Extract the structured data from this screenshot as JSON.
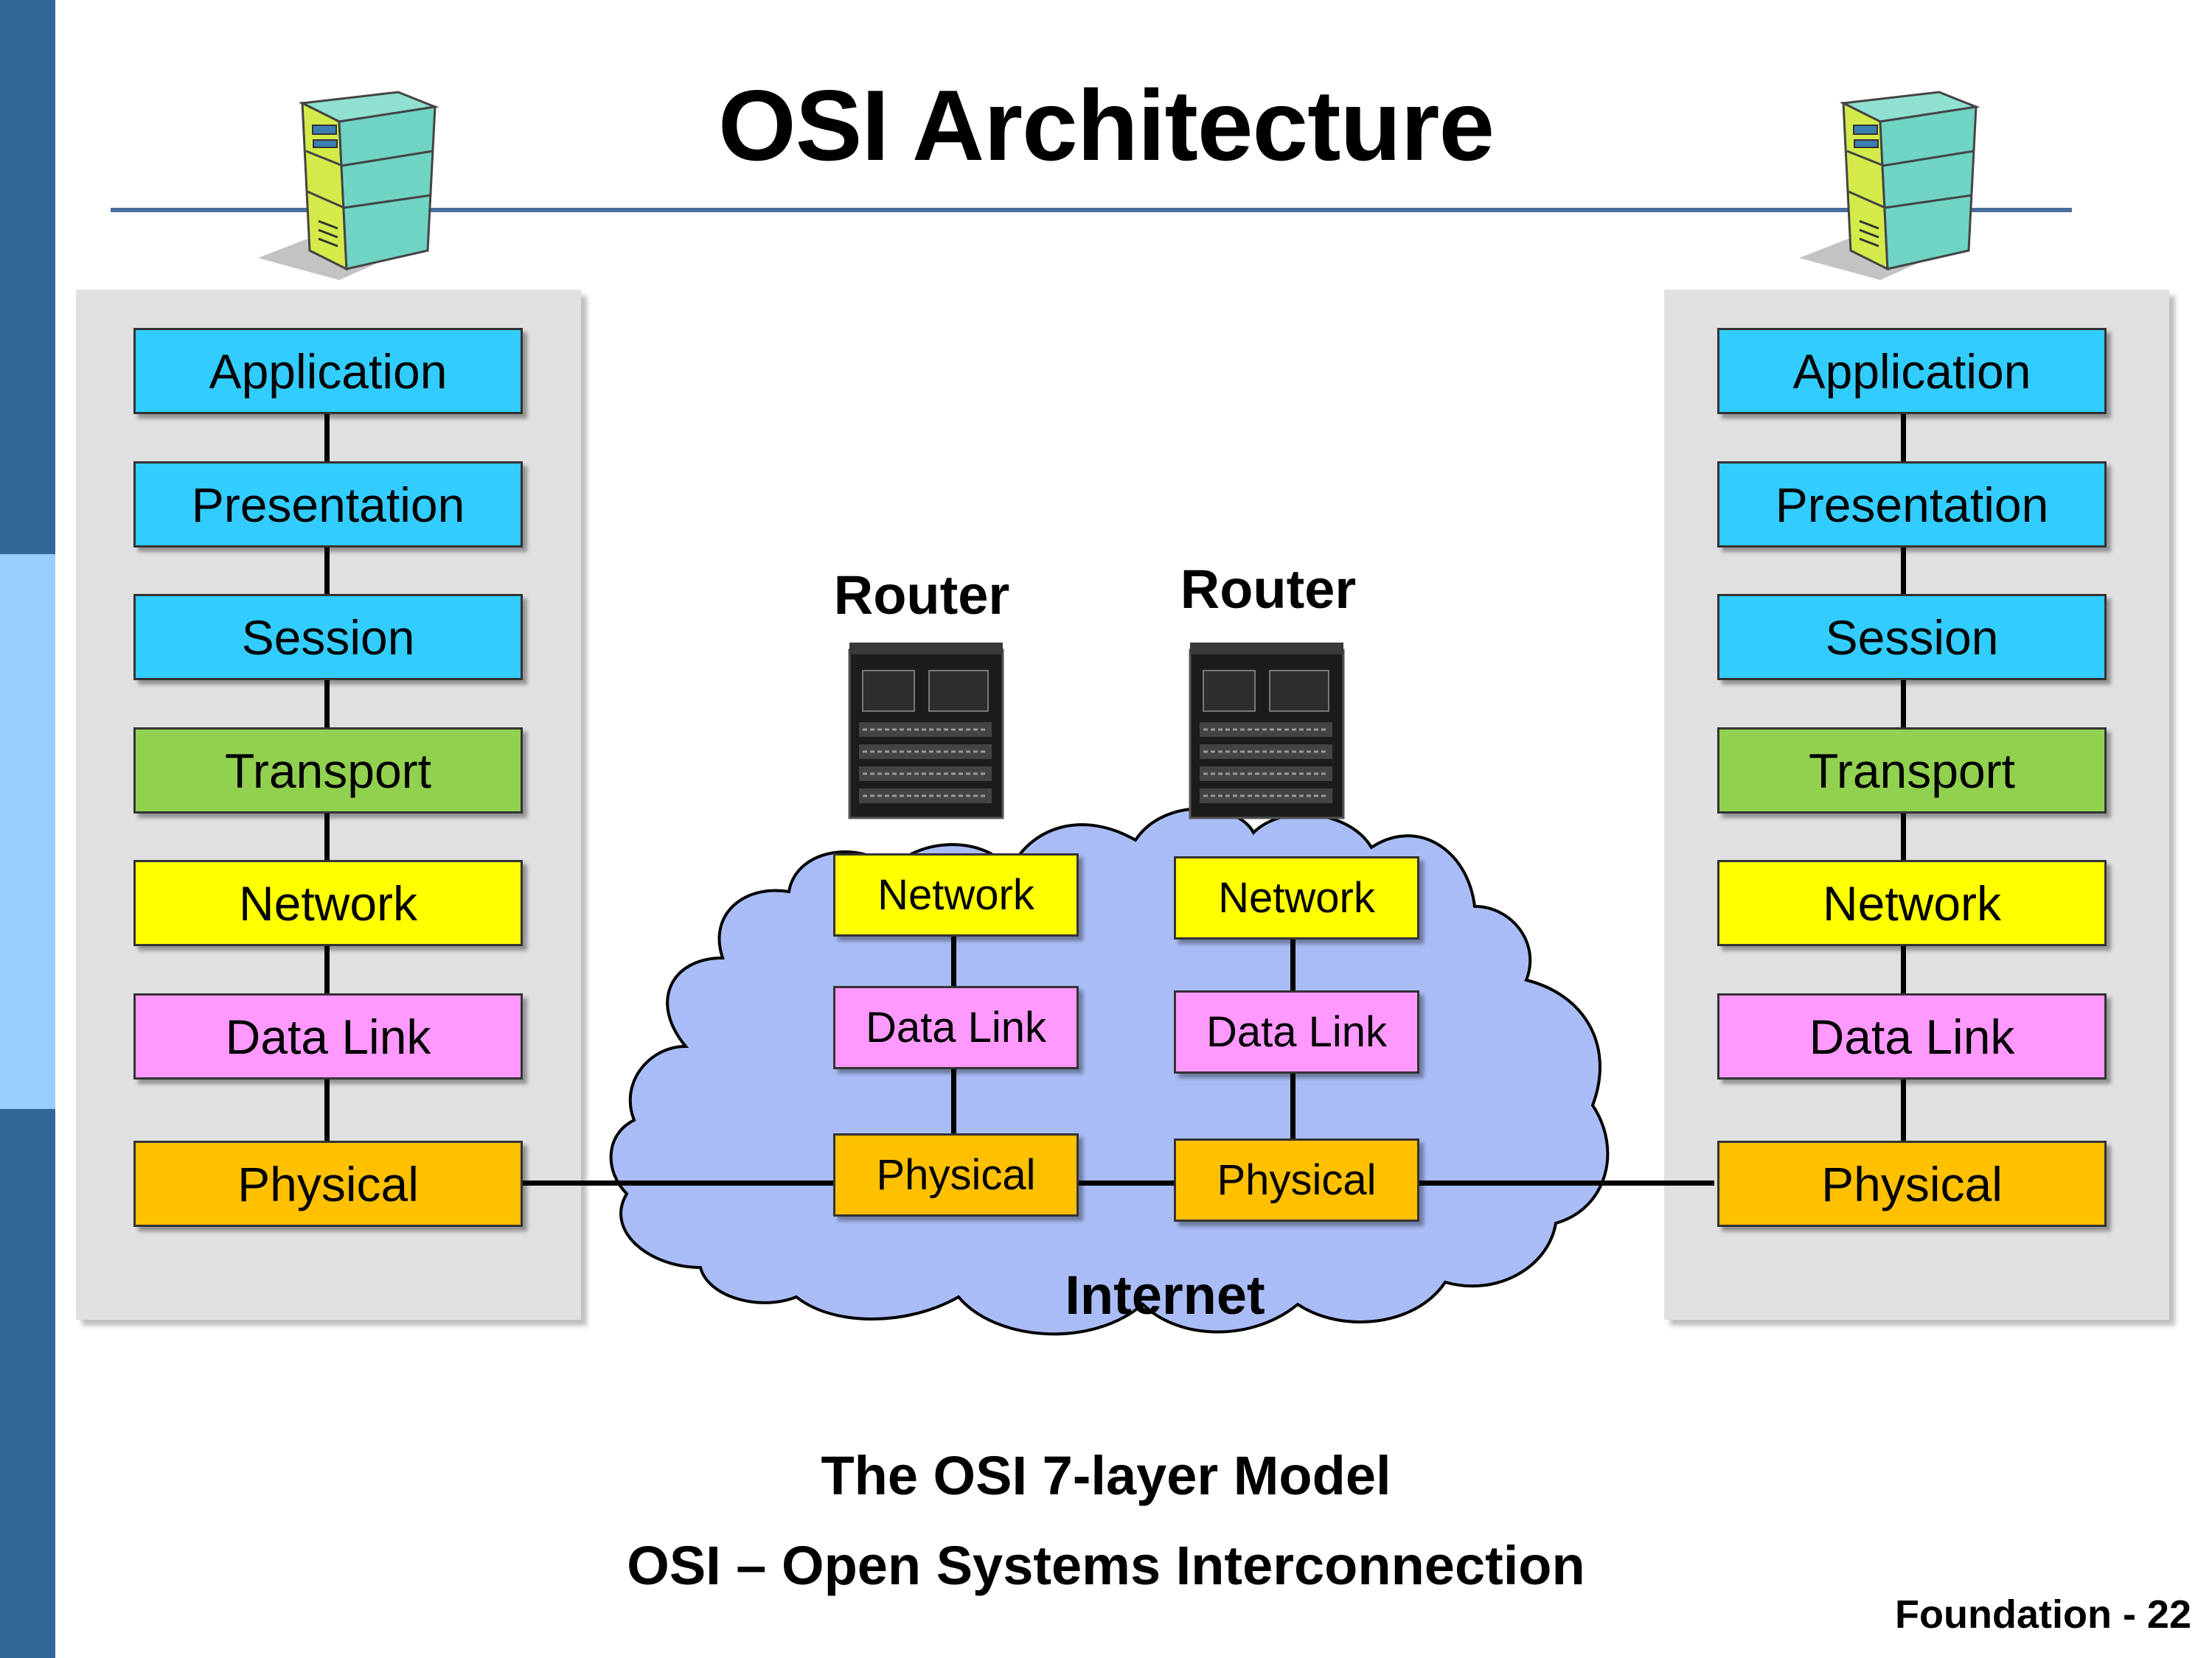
{
  "colors": {
    "accent_dark": "#336699",
    "accent_light": "#99ccff",
    "rule": "#4a6ea0",
    "application": "#33ccff",
    "presentation": "#33ccff",
    "session": "#33ccff",
    "transport": "#92d050",
    "network": "#ffff00",
    "data_link": "#ff99ff",
    "physical": "#ffc000",
    "cloud_fill": "#a9bcf5",
    "panel": "#e0e0e0"
  },
  "title": "OSI Architecture",
  "host_left": {
    "layers": [
      {
        "label": "Application",
        "color_key": "application"
      },
      {
        "label": "Presentation",
        "color_key": "presentation"
      },
      {
        "label": "Session",
        "color_key": "session"
      },
      {
        "label": "Transport",
        "color_key": "transport"
      },
      {
        "label": "Network",
        "color_key": "network"
      },
      {
        "label": "Data Link",
        "color_key": "data_link"
      },
      {
        "label": "Physical",
        "color_key": "physical"
      }
    ]
  },
  "host_right": {
    "layers": [
      {
        "label": "Application",
        "color_key": "application"
      },
      {
        "label": "Presentation",
        "color_key": "presentation"
      },
      {
        "label": "Session",
        "color_key": "session"
      },
      {
        "label": "Transport",
        "color_key": "transport"
      },
      {
        "label": "Network",
        "color_key": "network"
      },
      {
        "label": "Data Link",
        "color_key": "data_link"
      },
      {
        "label": "Physical",
        "color_key": "physical"
      }
    ]
  },
  "routers": [
    {
      "label": "Router",
      "layers": [
        {
          "label": "Network",
          "color_key": "network"
        },
        {
          "label": "Data Link",
          "color_key": "data_link"
        },
        {
          "label": "Physical",
          "color_key": "physical"
        }
      ]
    },
    {
      "label": "Router",
      "layers": [
        {
          "label": "Network",
          "color_key": "network"
        },
        {
          "label": "Data Link",
          "color_key": "data_link"
        },
        {
          "label": "Physical",
          "color_key": "physical"
        }
      ]
    }
  ],
  "cloud_label": "Internet",
  "caption_line1": "The OSI 7-layer Model",
  "caption_line2": "OSI – Open Systems Interconnection",
  "footer": "Foundation - 22",
  "icons": {
    "server": "server-icon",
    "router": "router-icon",
    "cloud": "cloud-shape"
  }
}
